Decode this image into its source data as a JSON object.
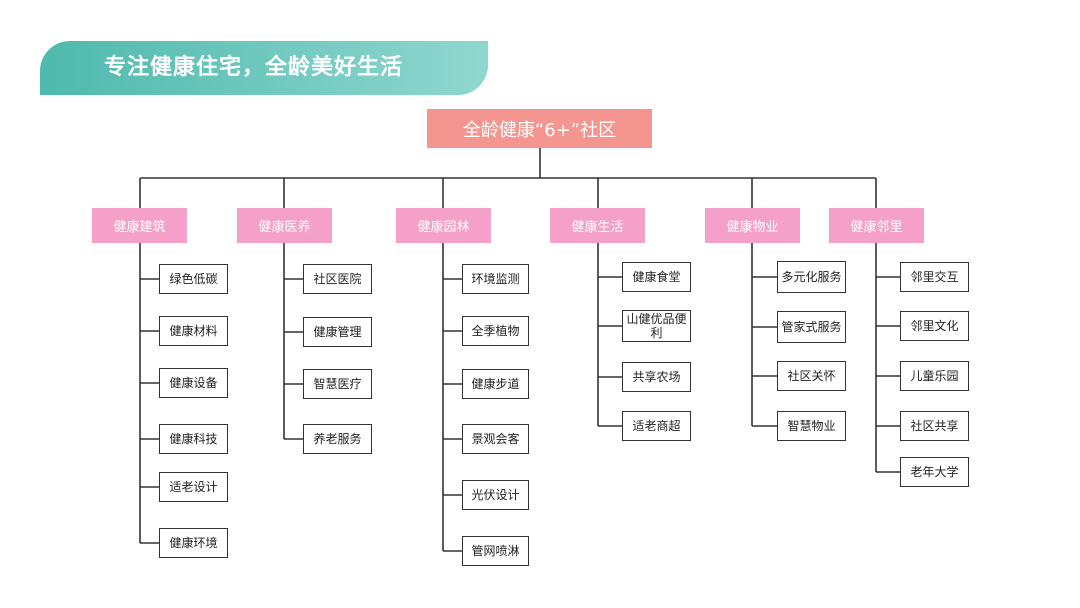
{
  "banner": {
    "title": "专注健康住宅，全龄美好生活"
  },
  "colors": {
    "banner": "#4fb9ad",
    "root": "#f4958f",
    "category": "#f4a0c8",
    "line": "#333333"
  },
  "root": {
    "label": "全龄健康“6+”社区"
  },
  "categories": [
    {
      "label": "健康建筑",
      "items": [
        "绿色低碳",
        "健康材料",
        "健康设备",
        "健康科技",
        "适老设计",
        "健康环境"
      ]
    },
    {
      "label": "健康医养",
      "items": [
        "社区医院",
        "健康管理",
        "智慧医疗",
        "养老服务"
      ]
    },
    {
      "label": "健康园林",
      "items": [
        "环境监测",
        "全季植物",
        "健康步道",
        "景观会客",
        "光伏设计",
        "管网喷淋"
      ]
    },
    {
      "label": "健康生活",
      "items": [
        "健康食堂",
        "山健优品便利",
        "共享农场",
        "适老商超"
      ]
    },
    {
      "label": "健康物业",
      "items": [
        "多元化服务",
        "管家式服务",
        "社区关怀",
        "智慧物业"
      ]
    },
    {
      "label": "健康邻里",
      "items": [
        "邻里交互",
        "邻里文化",
        "儿童乐园",
        "社区共享",
        "老年大学"
      ]
    }
  ]
}
